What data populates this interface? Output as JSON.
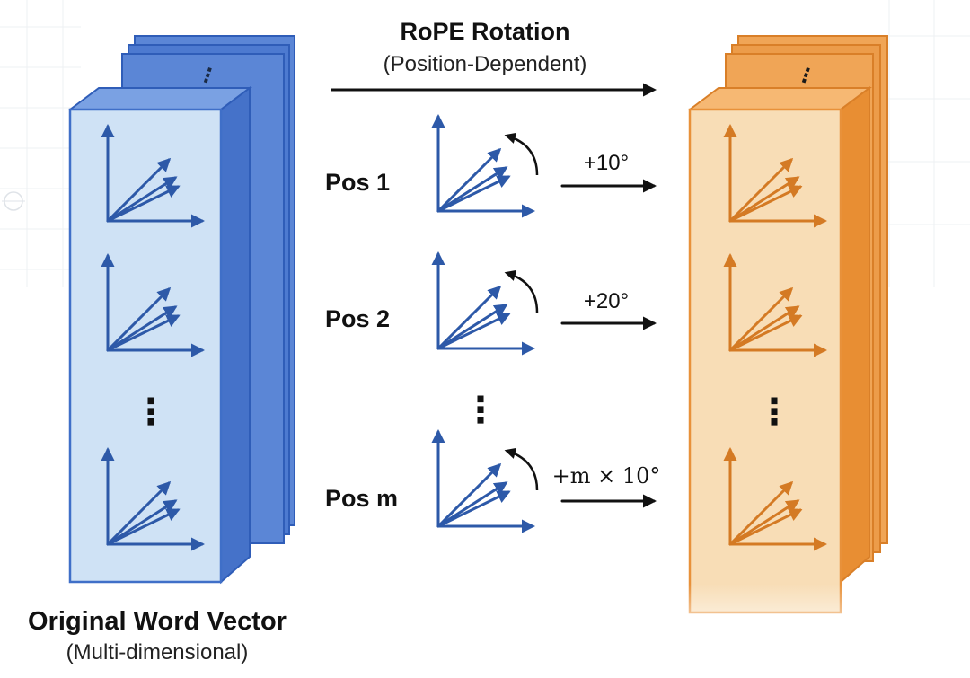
{
  "header": {
    "title": "RoPE Rotation",
    "subtitle": "(Position-Dependent)"
  },
  "positions": [
    {
      "label": "Pos 1",
      "angle": "+10°"
    },
    {
      "label": "Pos 2",
      "angle": "+20°"
    },
    {
      "label": "Pos m",
      "angle": "+m × 10°"
    }
  ],
  "footer": {
    "title": "Original Word Vector",
    "subtitle": "(Multi-dimensional)"
  },
  "colors": {
    "blue_face": "#cfe2f5",
    "blue_edge": "#3f6fc8",
    "blue_dark": "#2f5db8",
    "axis_blue": "#2d59a8",
    "orange_face": "#f8ddb6",
    "orange_edge": "#e8913a",
    "orange_dark": "#d97f28",
    "axis_orange": "#d47a24",
    "arrow_black": "#111111"
  },
  "icons": [
    "vector-axes-icon",
    "rotation-arc-icon",
    "vertical-ellipsis-icon",
    "right-arrow-icon"
  ]
}
